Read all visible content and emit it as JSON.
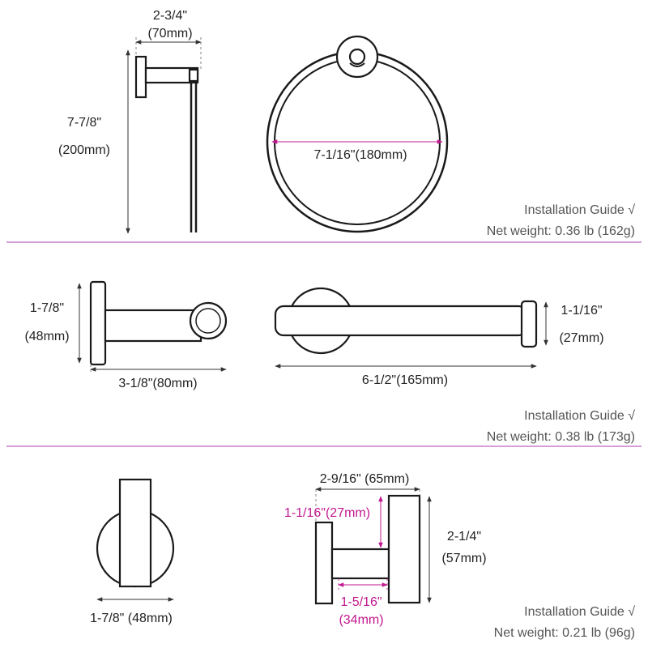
{
  "colors": {
    "line": "#1a1a1a",
    "divider": "#c77fc7",
    "highlight": "#c2188f",
    "text": "#222222"
  },
  "towel_ring": {
    "depth_inch": "2-3/4\"",
    "depth_mm": "(70mm)",
    "height_inch": "7-7/8\"",
    "height_mm": "(200mm)",
    "ring_diameter": "7-1/16\"(180mm)",
    "guide": "Installation Guide √",
    "weight": "Net weight: 0.36 lb (162g)"
  },
  "paper_holder": {
    "base_inch": "1-7/8\"",
    "base_mm": "(48mm)",
    "depth": "3-1/8\"(80mm)",
    "length": "6-1/2\"(165mm)",
    "end_inch": "1-1/16\"",
    "end_mm": "(27mm)",
    "guide": "Installation Guide √",
    "weight": "Net weight: 0.38 lb (173g)"
  },
  "robe_hook": {
    "base": "1-7/8\" (48mm)",
    "depth": "2-9/16\" (65mm)",
    "tip": "1-1/16\"(27mm)",
    "height_inch": "2-1/4\"",
    "height_mm": "(57mm)",
    "stem_inch": "1-5/16\"",
    "stem_mm": "(34mm)",
    "guide": "Installation Guide √",
    "weight": "Net weight: 0.21 lb (96g)"
  }
}
